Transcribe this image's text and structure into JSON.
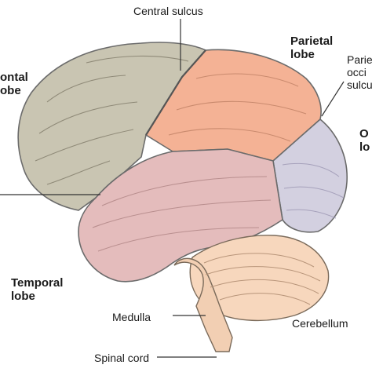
{
  "labels": {
    "central_sulcus": "Central sulcus",
    "parietal_lobe": [
      "Parietal",
      "lobe"
    ],
    "parieto_occipital": [
      "Parie",
      "occi",
      "sulcu"
    ],
    "occipital_lobe": [
      "O",
      "lo"
    ],
    "frontal_lobe": [
      "ontal",
      "obe"
    ],
    "temporal_lobe": [
      "Temporal",
      "lobe"
    ],
    "medulla": "Medulla",
    "cerebellum": "Cerebellum",
    "spinal_cord": "Spinal cord"
  },
  "colors": {
    "frontal": "#c9c5b2",
    "parietal": "#f4b295",
    "occipital": "#d3d0e0",
    "temporal": "#e4bcbc",
    "cerebellum": "#f7d7bd",
    "brainstem": "#f2cfb3",
    "outline": "#6b6b6b",
    "leader": "#333333"
  }
}
